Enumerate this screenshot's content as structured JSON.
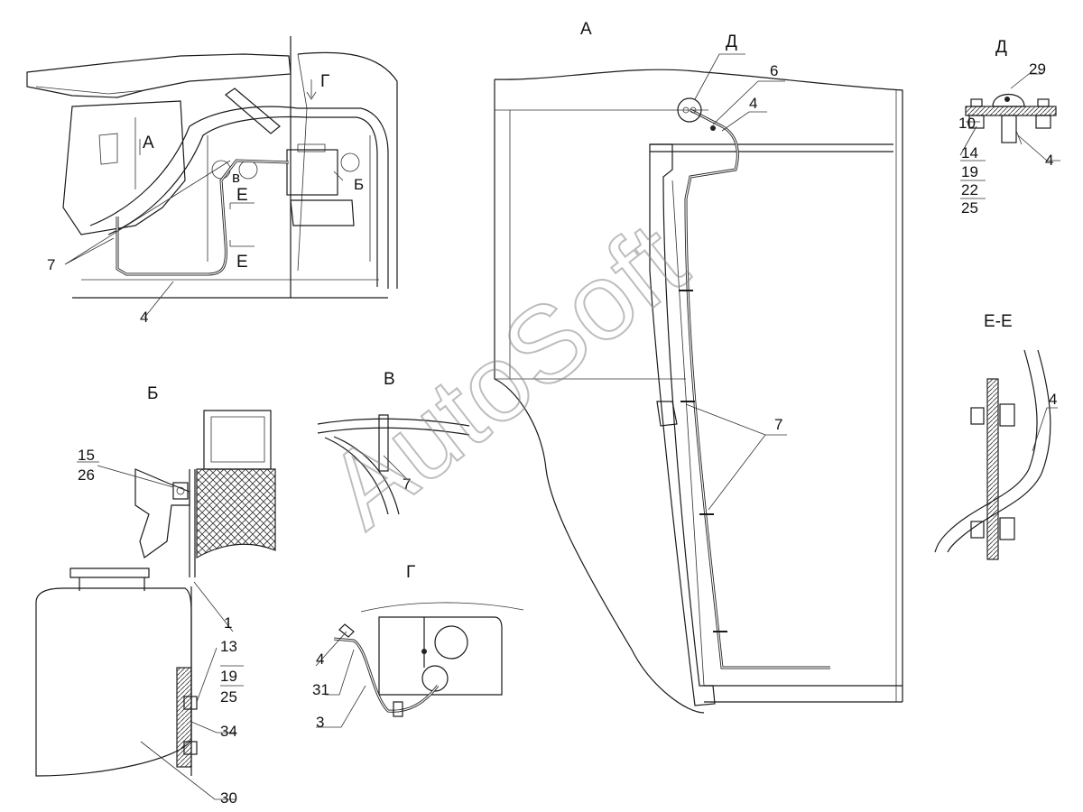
{
  "views": {
    "a": "А",
    "b": "Б",
    "v": "В",
    "g": "Г",
    "d": "Д",
    "ee": "Е-Е"
  },
  "main": {
    "view_mark_a": "А",
    "view_mark_g": "Г",
    "view_mark_v": "в",
    "view_mark_b": "Б",
    "section_mark_e1": "Е",
    "section_mark_e2": "Е",
    "labels": {
      "hose_clip": "7",
      "hose": "4"
    }
  },
  "view_a": {
    "labels": {
      "fitting": "6",
      "hose": "4",
      "clips": "7",
      "mark_d": "Д"
    }
  },
  "view_d": {
    "labels": {
      "bolt_top": "29",
      "nut": "10",
      "washer_a": "14",
      "washer_b": "19",
      "washer_c": "22",
      "washer_d": "25",
      "hose": "4"
    }
  },
  "view_b": {
    "labels": {
      "bolt_a": "15",
      "bolt_b": "26",
      "bracket": "1",
      "bolt_c": "13",
      "washer_a": "19",
      "washer_b": "25",
      "strip": "34",
      "tank": "30"
    }
  },
  "view_v": {
    "labels": {
      "clip": "7"
    }
  },
  "view_g": {
    "labels": {
      "hose": "4",
      "tube": "31",
      "pipe": "3"
    }
  },
  "view_ee": {
    "labels": {
      "hose": "4"
    }
  },
  "watermark": "AutoSoft"
}
